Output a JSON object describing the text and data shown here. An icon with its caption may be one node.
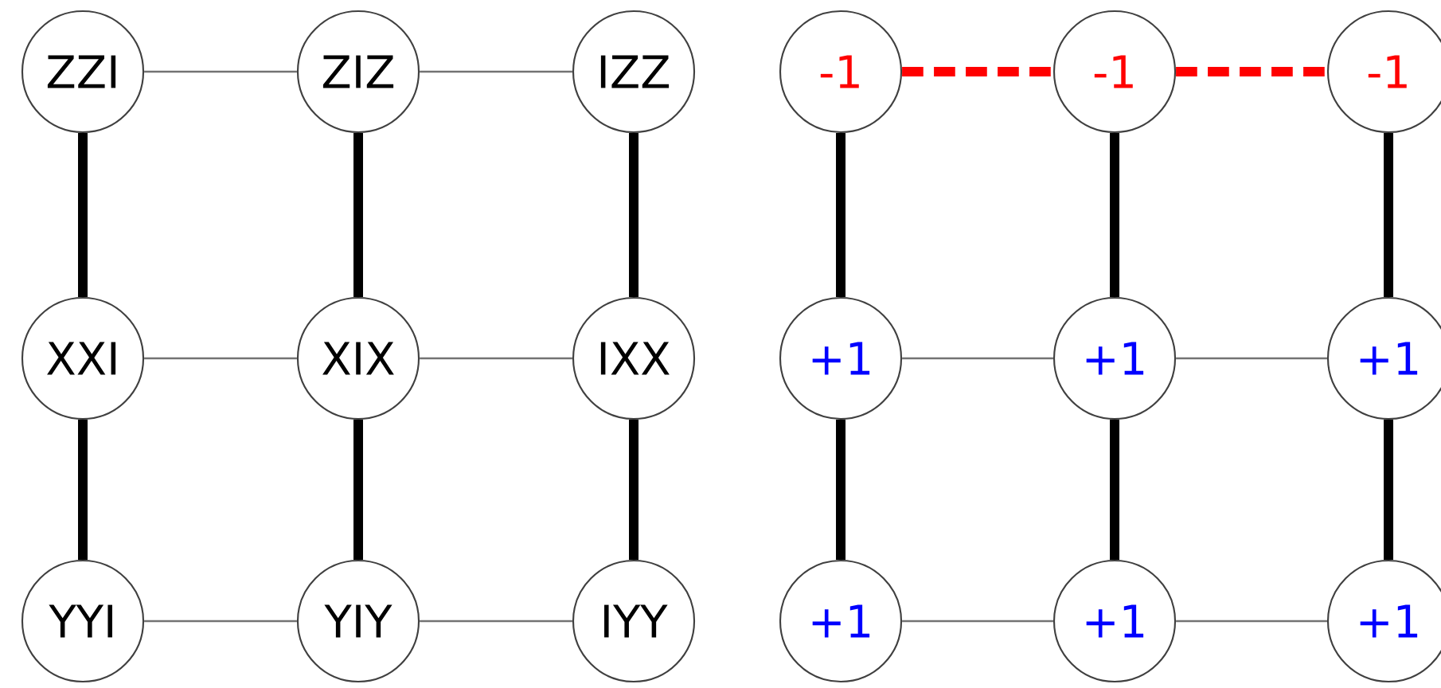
{
  "diagram": {
    "nodes": [
      {
        "text": [
          "ZZI"
        ]
      },
      {
        "text": [
          "ZIZ"
        ]
      },
      {
        "text": [
          "IZZ"
        ]
      },
      {
        "text": [
          "XXI"
        ]
      },
      {
        "text": [
          "XIX"
        ]
      },
      {
        "text": [
          "IXX"
        ]
      },
      {
        "text": [
          "YYI"
        ]
      },
      {
        "text": [
          "YIY"
        ]
      },
      {
        "text": [
          "IYY"
        ]
      },
      {
        "text": [
          "-1"
        ]
      },
      {
        "text": [
          "-1"
        ]
      },
      {
        "text": [
          "-1"
        ]
      },
      {
        "text": [
          "+1"
        ]
      },
      {
        "text": [
          "+1"
        ]
      },
      {
        "text": [
          "+1"
        ]
      },
      {
        "text": [
          "+1"
        ]
      },
      {
        "text": [
          "+1"
        ]
      },
      {
        "text": [
          "+1"
        ]
      }
    ],
    "edges": [
      {
        "from": 0,
        "to": 1,
        "arrow": "none",
        "color": "#737373"
      },
      {
        "from": 1,
        "to": 2,
        "arrow": "none",
        "color": "#737373"
      },
      {
        "from": 0,
        "to": 3,
        "arrow": "none"
      },
      {
        "from": 1,
        "to": 4,
        "arrow": "none"
      },
      {
        "from": 2,
        "to": 5,
        "arrow": "none"
      },
      {
        "from": 3,
        "to": 4,
        "arrow": "none",
        "color": "#737373"
      },
      {
        "from": 4,
        "to": 5,
        "arrow": "none",
        "color": "#737373"
      },
      {
        "from": 3,
        "to": 6,
        "arrow": "none"
      },
      {
        "from": 4,
        "to": 7,
        "arrow": "none"
      },
      {
        "from": 5,
        "to": 8,
        "arrow": "none"
      },
      {
        "from": 6,
        "to": 7,
        "arrow": "none",
        "color": "#737373"
      },
      {
        "from": 7,
        "to": 8,
        "arrow": "none",
        "color": "#737373"
      },
      {
        "from": 9,
        "to": 10,
        "arrow": "none",
        "style": "dashed",
        "color": "#ff0000"
      },
      {
        "from": 10,
        "to": 11,
        "arrow": "none",
        "style": "dashed",
        "color": "#ff0000"
      },
      {
        "from": 9,
        "to": 12,
        "arrow": "none"
      },
      {
        "from": 10,
        "to": 13,
        "arrow": "none"
      },
      {
        "from": 11,
        "to": 14,
        "arrow": "none"
      },
      {
        "from": 12,
        "to": 13,
        "arrow": "none",
        "color": "#737373"
      },
      {
        "from": 13,
        "to": 14,
        "arrow": "none",
        "color": "#737373"
      },
      {
        "from": 12,
        "to": 15,
        "arrow": "none"
      },
      {
        "from": 13,
        "to": 16,
        "arrow": "none"
      },
      {
        "from": 14,
        "to": 17,
        "arrow": "none"
      },
      {
        "from": 15,
        "to": 16,
        "arrow": "none",
        "color": "#737373"
      },
      {
        "from": 16,
        "to": 17,
        "arrow": "none",
        "color": "#737373"
      }
    ]
  }
}
